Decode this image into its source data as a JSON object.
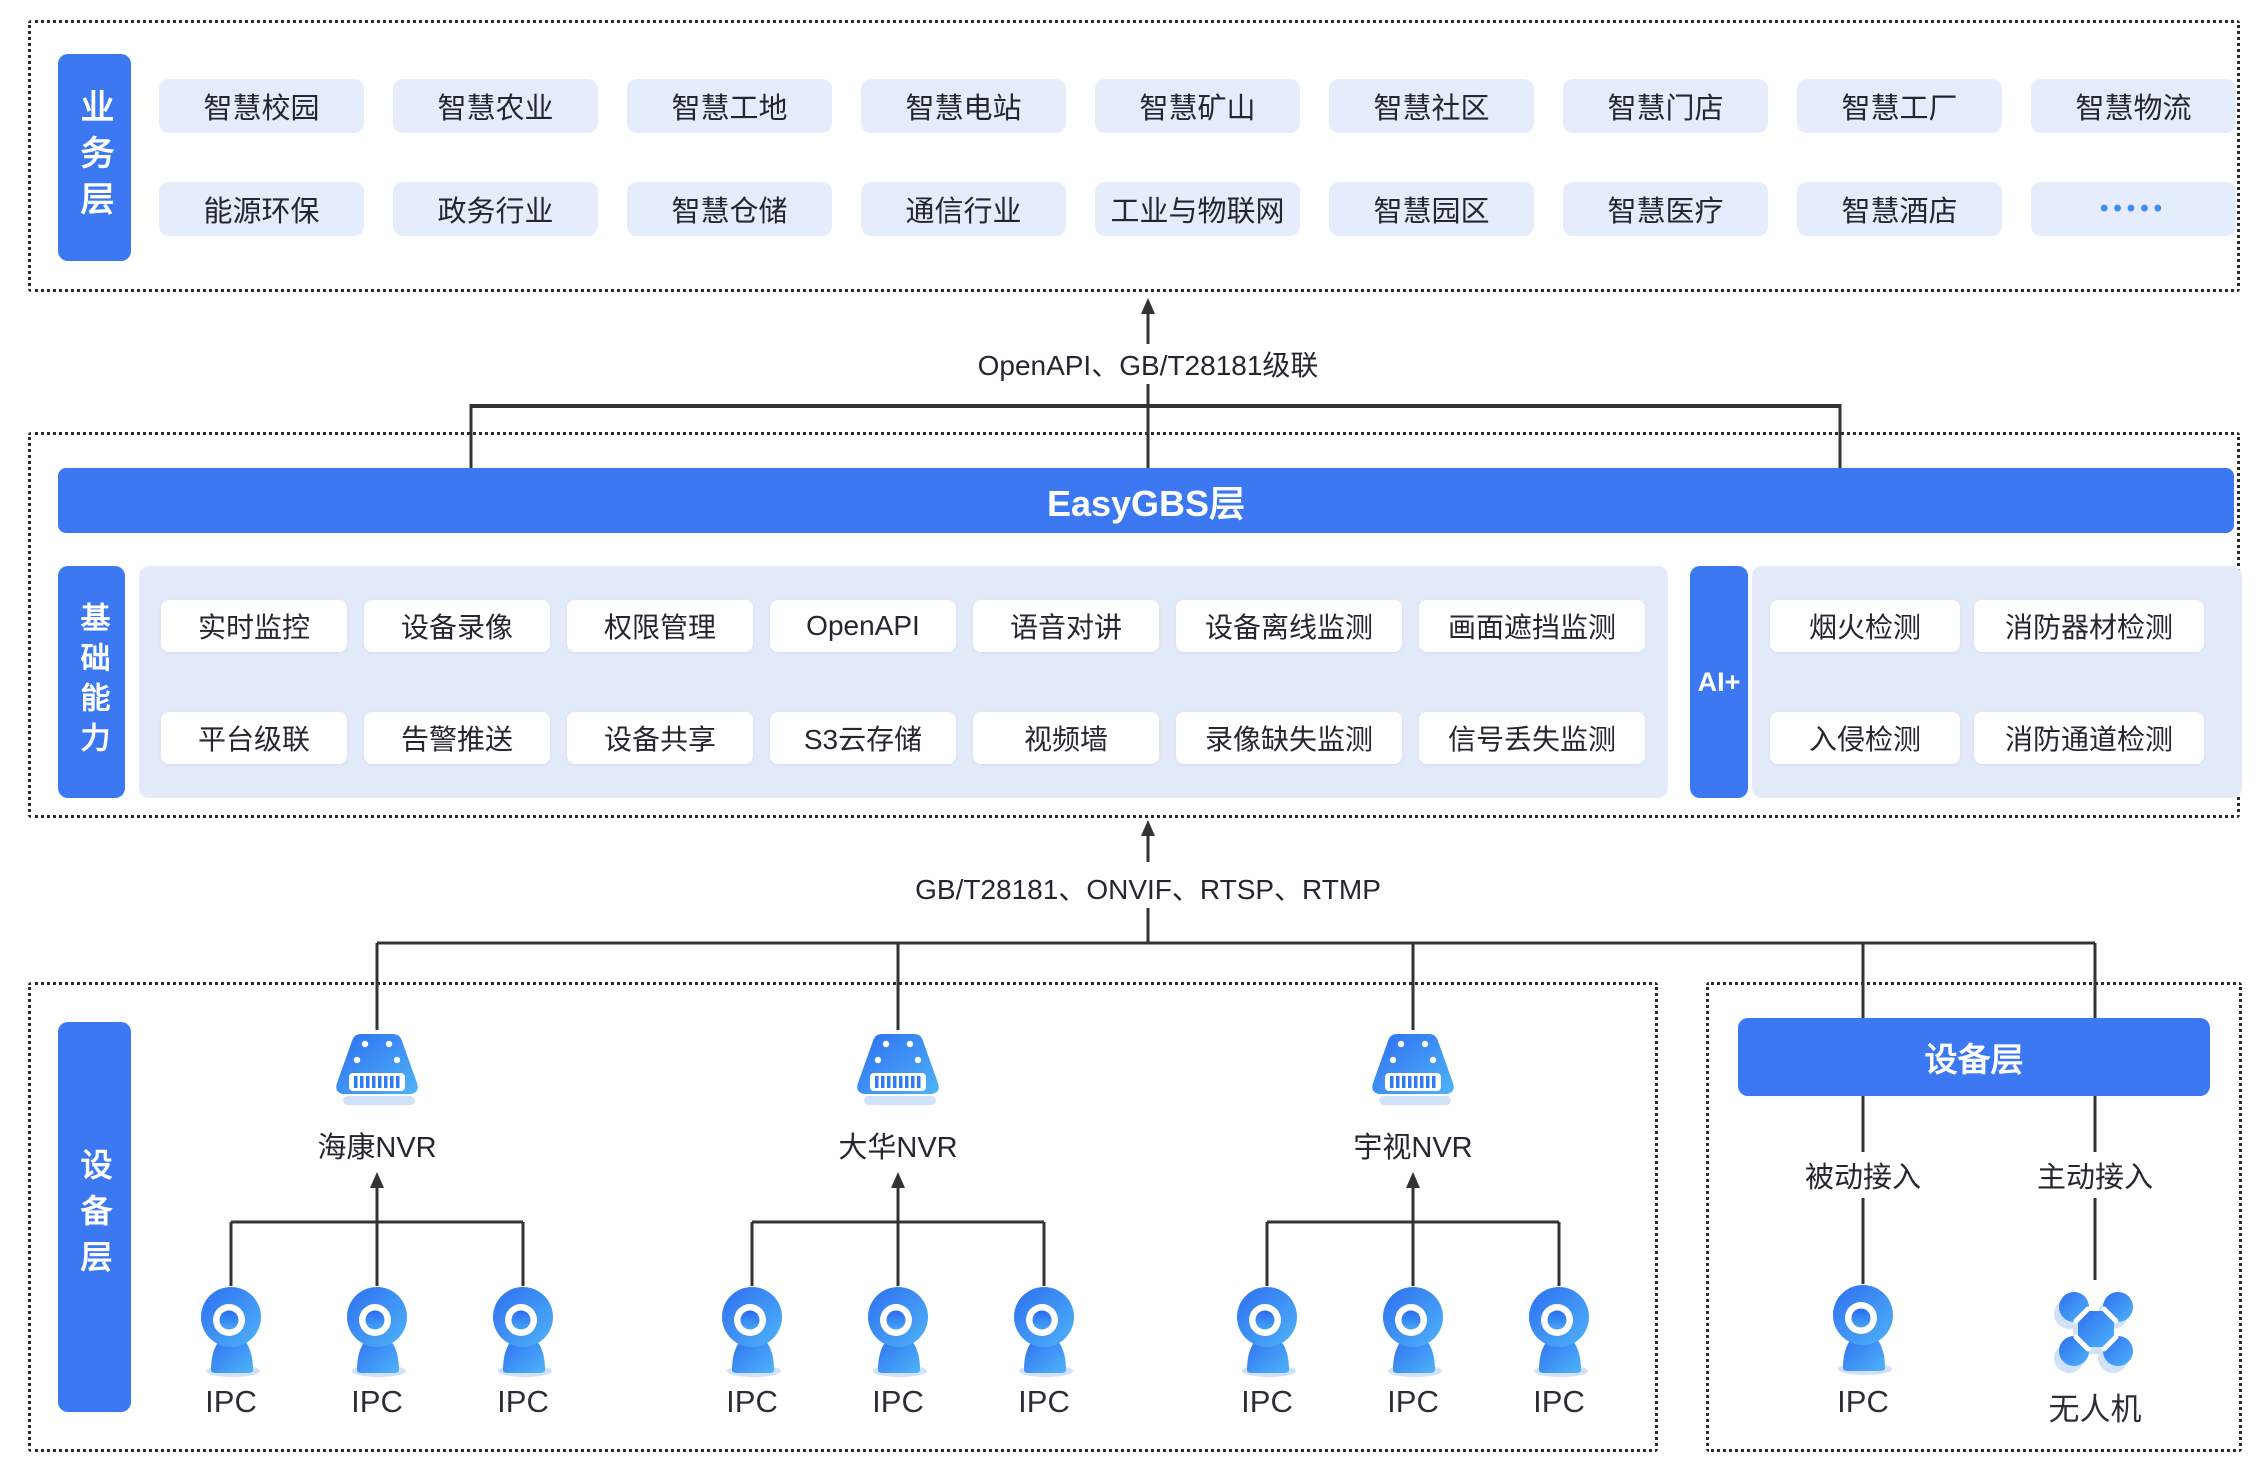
{
  "colors": {
    "primary_blue": "#3b78f2",
    "light_chip_bg": "#e5ecfb",
    "panel_bg": "#e3eafa",
    "chip_text": "#24272e",
    "connector_line": "#333333",
    "icon_gradient_start": "#2e6ff1",
    "icon_gradient_end": "#4fb3f8"
  },
  "business": {
    "label": "业务层",
    "row1": [
      "智慧校园",
      "智慧农业",
      "智慧工地",
      "智慧电站",
      "智慧矿山",
      "智慧社区",
      "智慧门店",
      "智慧工厂",
      "智慧物流"
    ],
    "row2": [
      "能源环保",
      "政务行业",
      "智慧仓储",
      "通信行业",
      "工业与物联网",
      "智慧园区",
      "智慧医疗",
      "智慧酒店",
      "•••••"
    ]
  },
  "connectors": {
    "top_label": "OpenAPI、GB/T28181级联",
    "bottom_label": "GB/T28181、ONVIF、RTSP、RTMP"
  },
  "easygbs": {
    "title": "EasyGBS层",
    "capabilities_label": "基础能力",
    "cap_row1": [
      "实时监控",
      "设备录像",
      "权限管理",
      "OpenAPI",
      "语音对讲",
      "设备离线监测",
      "画面遮挡监测"
    ],
    "cap_row2": [
      "平台级联",
      "告警推送",
      "设备共享",
      "S3云存储",
      "视频墙",
      "录像缺失监测",
      "信号丢失监测"
    ],
    "ai_label": "AI+",
    "ai_row1": [
      "烟火检测",
      "消防器材检测"
    ],
    "ai_row2": [
      "入侵检测",
      "消防通道检测"
    ]
  },
  "device_left": {
    "label": "设备层",
    "nvr_groups": [
      {
        "name": "海康NVR",
        "children": [
          "IPC",
          "IPC",
          "IPC"
        ]
      },
      {
        "name": "大华NVR",
        "children": [
          "IPC",
          "IPC",
          "IPC"
        ]
      },
      {
        "name": "宇视NVR",
        "children": [
          "IPC",
          "IPC",
          "IPC"
        ]
      }
    ]
  },
  "device_right": {
    "header": "设备层",
    "columns": [
      {
        "access": "被动接入",
        "device": "IPC"
      },
      {
        "access": "主动接入",
        "device": "无人机"
      }
    ]
  }
}
